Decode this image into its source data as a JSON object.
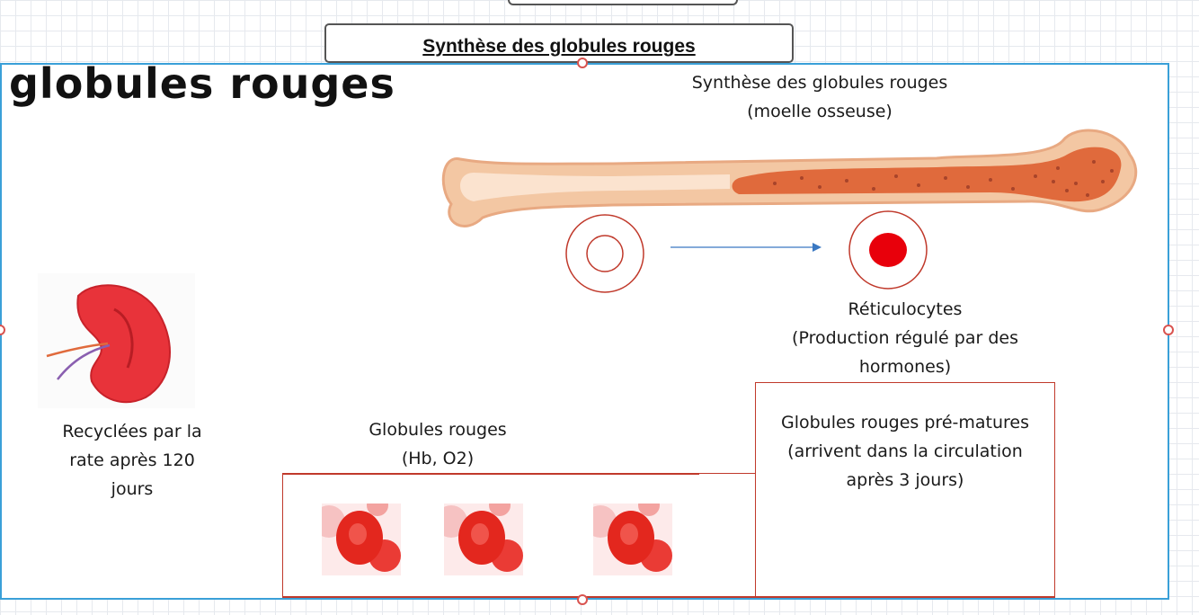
{
  "title_box": {
    "label": "Synthèse des globules rouges"
  },
  "slide": {
    "heading": "globules rouges",
    "bone_caption": {
      "line1": "Synthèse des globules rouges",
      "line2": "(moelle osseuse)"
    },
    "reticulocytes": {
      "line1": "Réticulocytes",
      "line2": "(Production régulé par des",
      "line3": "hormones)"
    },
    "premature": {
      "line1": "Globules rouges pré-matures",
      "line2": "(arrivent dans la circulation",
      "line3": "après 3 jours)"
    },
    "red_cells": {
      "line1": "Globules rouges",
      "line2": "(Hb, O2)"
    },
    "spleen": {
      "line1": "Recyclées par la",
      "line2": "rate après 120",
      "line3": "jours"
    }
  },
  "colors": {
    "frame_border": "#3aa0d8",
    "handle_border": "#d9534f",
    "box_border": "#c0392b",
    "bone": "#f3c7a3",
    "marrow": "#e06a3c",
    "cell_red": "#e3271e"
  },
  "icons": [
    "bone-illustration",
    "spleen-illustration",
    "red-blood-cell-image",
    "reticulocyte-cell-icon",
    "immature-cell-icon",
    "arrow-icon"
  ]
}
